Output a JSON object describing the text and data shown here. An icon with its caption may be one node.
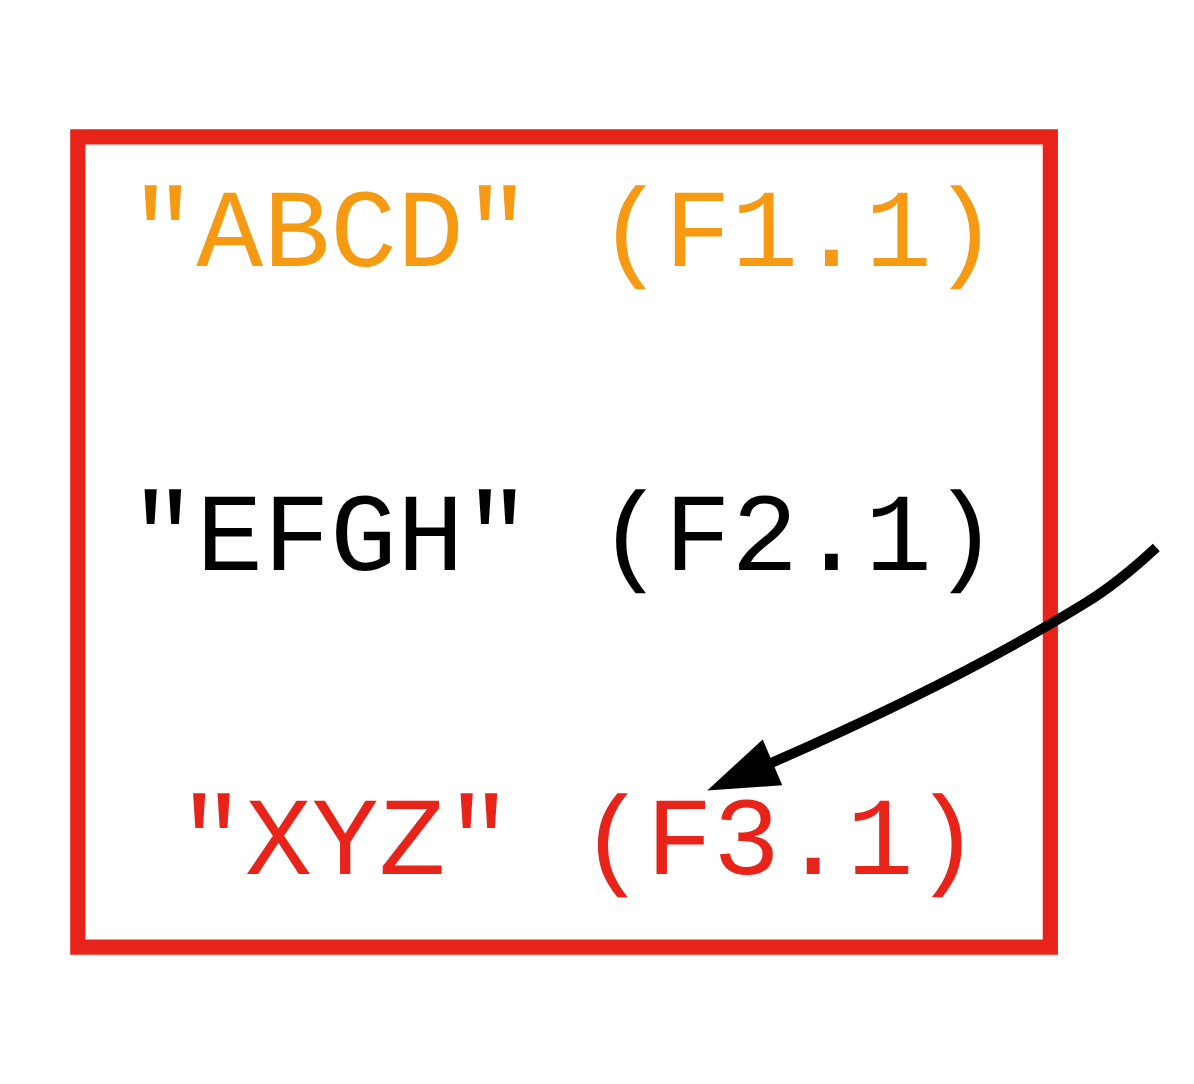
{
  "diagram": {
    "nodes": [
      {
        "text": [],
        "shape": "box"
      },
      {
        "text": [
          "\"ABCD\" (F1.1)"
        ],
        "in": 0
      },
      {
        "text": [
          "\"EFGH\" (F2.1)"
        ],
        "in": 0
      },
      {
        "text": [
          "\"XYZ\" (F3.1)"
        ],
        "in": 0
      }
    ],
    "edges": [
      {
        "from": null,
        "to": 3,
        "arrow": "to"
      }
    ]
  }
}
